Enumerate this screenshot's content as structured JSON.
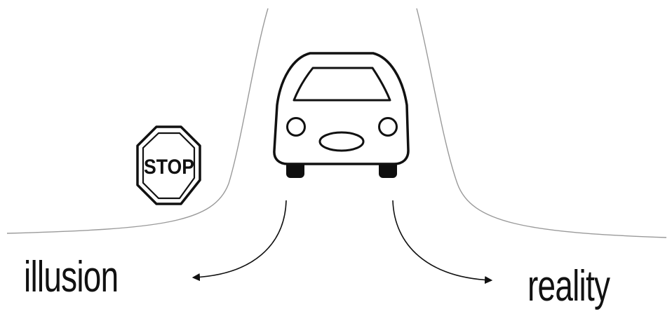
{
  "labels": {
    "left": "illusion",
    "right": "reality"
  },
  "sign": {
    "text": "STOP"
  }
}
